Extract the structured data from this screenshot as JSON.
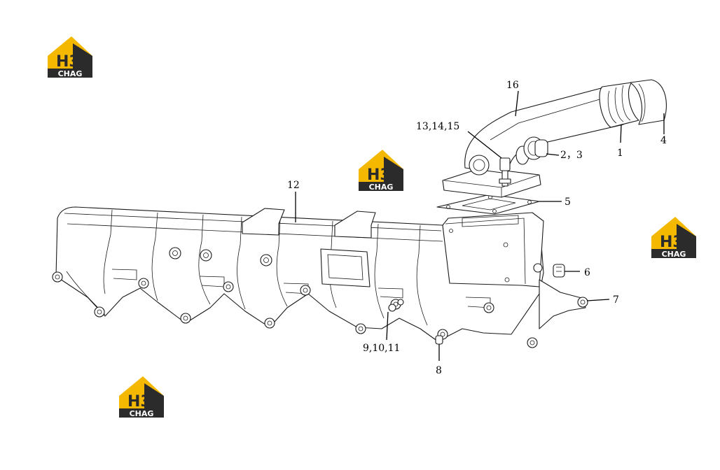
{
  "logo": {
    "mark_text": "H3",
    "brand_text": "CHAG",
    "colors": {
      "yellow": "#f5b800",
      "dark": "#2b2b2b",
      "white": "#ffffff"
    }
  },
  "callouts": [
    {
      "id": "16",
      "text": "16"
    },
    {
      "id": "13-14-15",
      "text": "13,14,15"
    },
    {
      "id": "2-3",
      "text": "2，3"
    },
    {
      "id": "1",
      "text": "1"
    },
    {
      "id": "4",
      "text": "4"
    },
    {
      "id": "12",
      "text": "12"
    },
    {
      "id": "5",
      "text": "5"
    },
    {
      "id": "6",
      "text": "6"
    },
    {
      "id": "7",
      "text": "7"
    },
    {
      "id": "9-10-11",
      "text": "9,10,11"
    },
    {
      "id": "8",
      "text": "8"
    }
  ]
}
